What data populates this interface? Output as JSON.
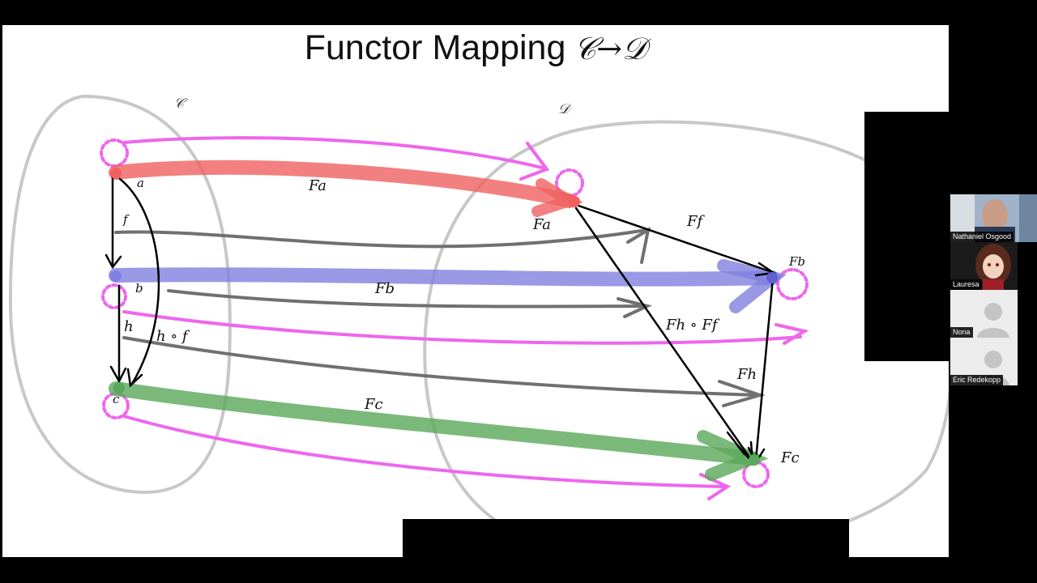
{
  "slide": {
    "title": "Functor Mapping",
    "title_symbols": "𝒞→𝒟",
    "category_labels": {
      "source": "𝒞",
      "target": "𝒟"
    },
    "objects": {
      "a": "a",
      "b": "b",
      "c": "c"
    },
    "morphisms": {
      "f": "f",
      "h": "h",
      "composite": "h ∘ f"
    },
    "mapped": {
      "Fa_arrow": "Fa",
      "Fb_arrow": "Fb",
      "Fc_arrow": "Fc",
      "Fa": "Fa",
      "Fb": "Fb",
      "Fc": "Fc",
      "Ff": "Ff",
      "Fh": "Fh",
      "Fh_comp": "Fh ∘ Ff"
    }
  },
  "participants": [
    {
      "name": "Nathaniel Osgood",
      "avatar": "video"
    },
    {
      "name": "Lauresa",
      "avatar": "anime-portrait"
    },
    {
      "name": "Nona",
      "avatar": "default-person-icon"
    },
    {
      "name": "Eric Redekopp",
      "avatar": "default-person-icon"
    }
  ],
  "colors": {
    "red": "#f06060",
    "blue": "#8080e0",
    "green": "#5aa85a",
    "magenta": "#ee66ee",
    "gray": "#707070",
    "ellipse": "#c8c8c8"
  }
}
